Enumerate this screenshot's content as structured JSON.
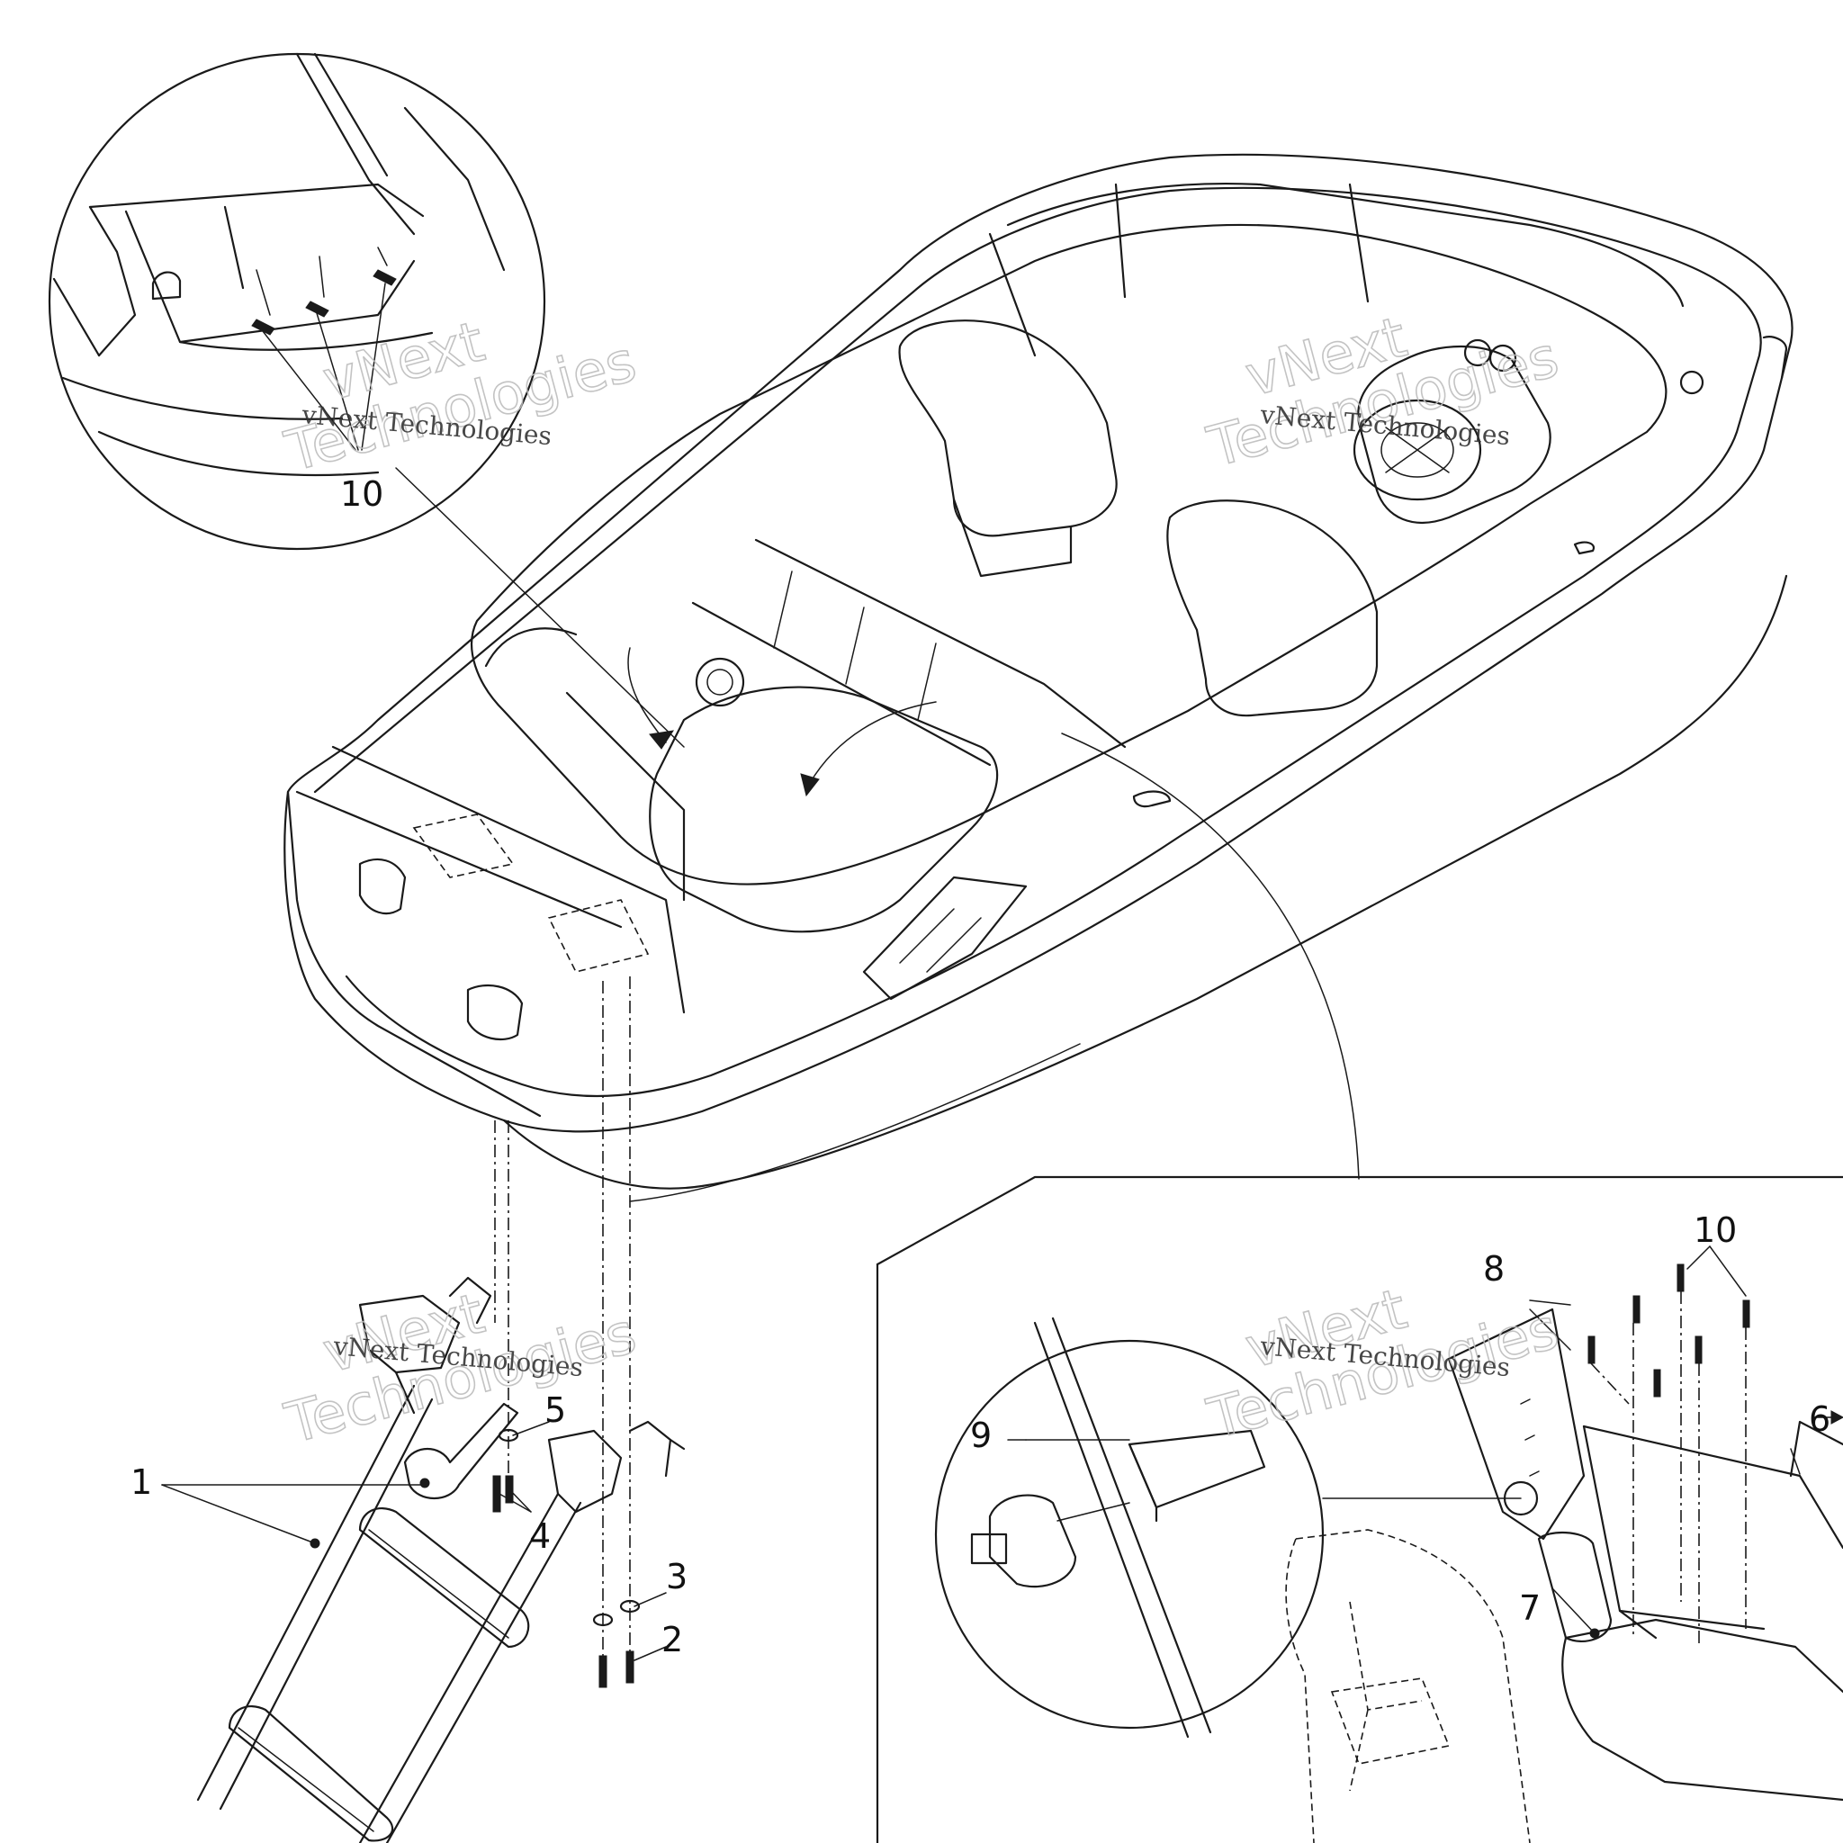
{
  "callouts": {
    "c1": "1",
    "c2": "2",
    "c3": "3",
    "c4": "4",
    "c5": "5",
    "c6": "6",
    "c7": "7",
    "c8": "8",
    "c9": "9",
    "c10_top": "10",
    "c10_right": "10"
  },
  "watermark": {
    "line": "vNext Technologies",
    "big_top": "vNext",
    "big_bottom": "Technologies"
  },
  "colors": {
    "ink": "#1a1a1a",
    "watermark": "#bdbdbd"
  }
}
